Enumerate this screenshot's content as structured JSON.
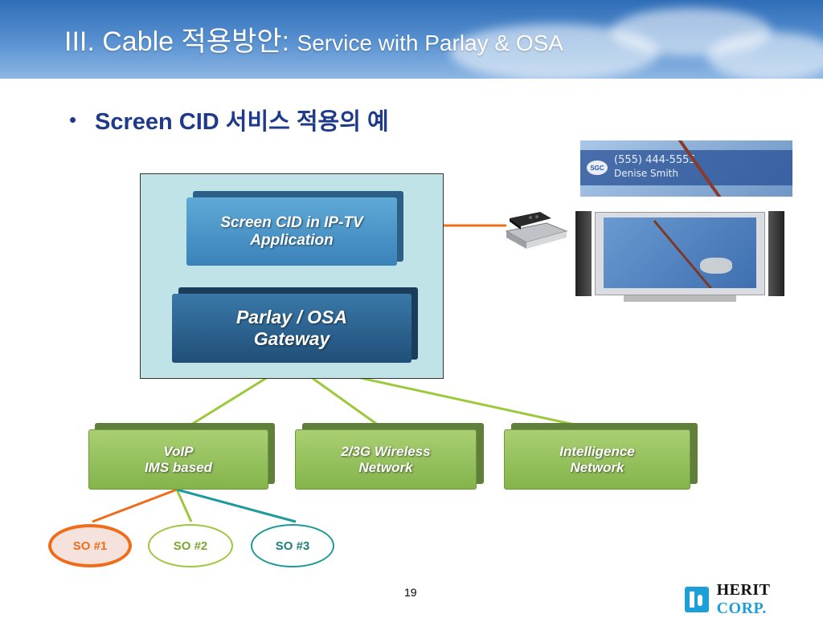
{
  "header": {
    "title_main": "III. Cable 적용방안: ",
    "title_sub": "Service with Parlay & OSA"
  },
  "bullet": {
    "marker": "•",
    "text": "Screen CID 서비스 적용의 예"
  },
  "diagram": {
    "app_box": {
      "line1": "Screen CID in IP-TV",
      "line2": "Application"
    },
    "gateway_box": {
      "line1": "Parlay / OSA",
      "line2": "Gateway"
    },
    "networks": [
      {
        "line1": "VoIP",
        "line2": "IMS based"
      },
      {
        "line1": "2/3G Wireless",
        "line2": "Network"
      },
      {
        "line1": "Intelligence",
        "line2": "Network"
      }
    ],
    "service_objects": [
      {
        "label": "SO #1",
        "color": "#ef6c1a"
      },
      {
        "label": "SO #2",
        "color": "#9cc83c"
      },
      {
        "label": "SO #3",
        "color": "#1e9a9a"
      }
    ]
  },
  "tv": {
    "caller_number": "(555) 444-5555",
    "caller_name": "Denise Smith",
    "badge": "SGC"
  },
  "footer": {
    "page_number": "19",
    "logo_text_a": "HERIT",
    "logo_text_b": " CORP."
  },
  "colors": {
    "orange": "#ef6c1a",
    "lime": "#9cc83c",
    "teal": "#1e9a9a",
    "title_blue": "#1f3a8a"
  }
}
